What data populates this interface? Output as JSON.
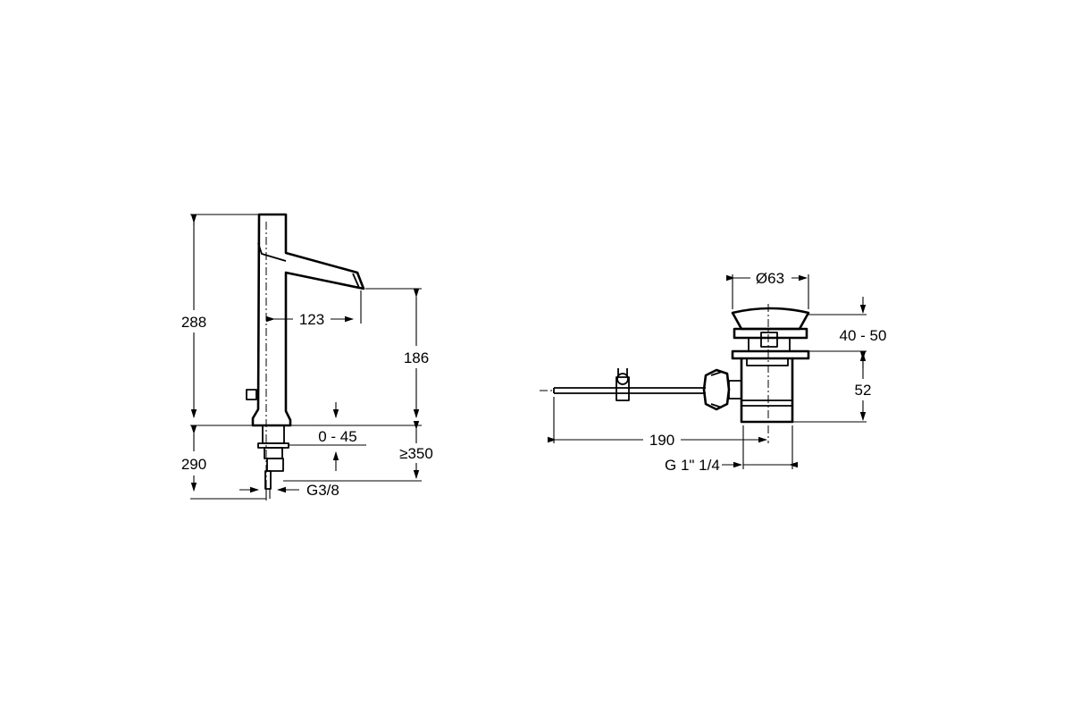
{
  "faucet": {
    "height_label": "288",
    "below_label": "290",
    "reach_label": "123",
    "spout_height_label": "186",
    "deck_label": "0 - 45",
    "clearance_label": "≥350",
    "connection_label": "G3/8"
  },
  "waste": {
    "diameter_label": "Ø63",
    "stroke_label": "40 - 50",
    "body_label": "52",
    "rod_label": "190",
    "thread_label": "G 1\" 1/4"
  },
  "colors": {
    "line": "#000000",
    "background": "#ffffff"
  }
}
